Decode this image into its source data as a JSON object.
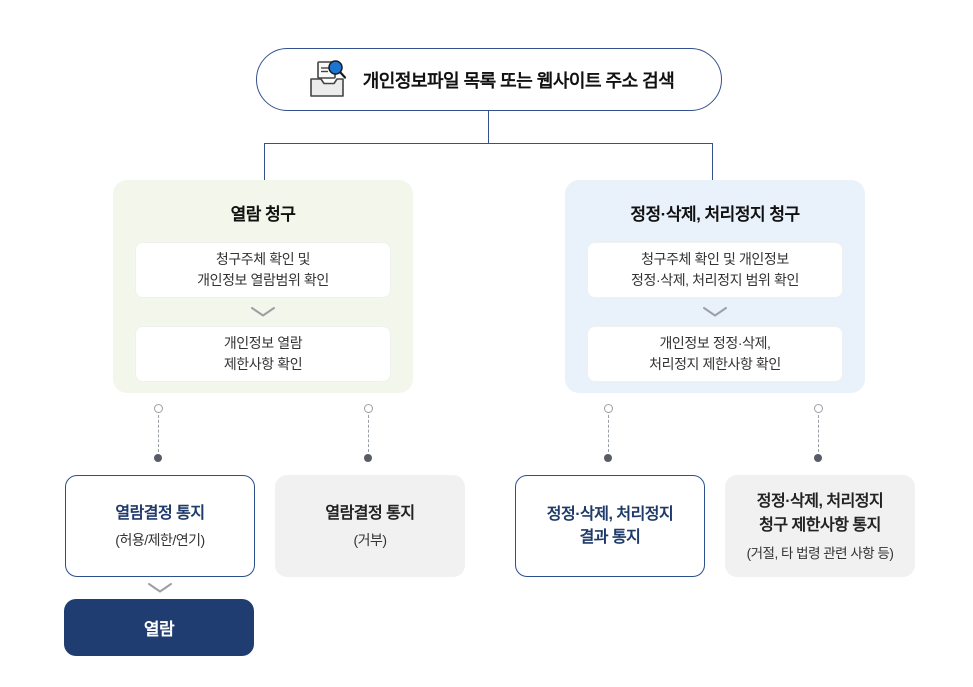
{
  "root": {
    "label": "개인정보파일 목록 또는 웹사이트 주소 검색",
    "icon": "file-search-icon"
  },
  "panels": {
    "view": {
      "title": "열람 청구",
      "steps": [
        "청구주체 확인 및\n개인정보 열람범위 확인",
        "개인정보 열람\n제한사항 확인"
      ]
    },
    "correction": {
      "title": "정정·삭제, 처리정지 청구",
      "steps": [
        "청구주체 확인 및 개인정보\n정정·삭제, 처리정지 범위 확인",
        "개인정보 정정·삭제,\n처리정지 제한사항 확인"
      ]
    }
  },
  "outcomes": [
    {
      "title": "열람결정 통지",
      "subtitle": "(허용/제한/연기)"
    },
    {
      "title": "열람결정 통지",
      "subtitle": "(거부)"
    },
    {
      "title": "정정·삭제, 처리정지\n결과 통지"
    },
    {
      "title": "정정·삭제, 처리정지\n청구 제한사항 통지",
      "subtitle": "(거절, 타 법령 관련 사항 등)"
    }
  ],
  "final_action": {
    "label": "열람"
  },
  "colors": {
    "line_navy": "#34518f",
    "navy_text": "#1e3a6a",
    "panel_green": "#f3f6ea",
    "panel_blue": "#e9f1fa",
    "gray_box": "#f1f1f2",
    "button_navy": "#1f3d71",
    "magnifier_blue": "#1b75d2"
  }
}
